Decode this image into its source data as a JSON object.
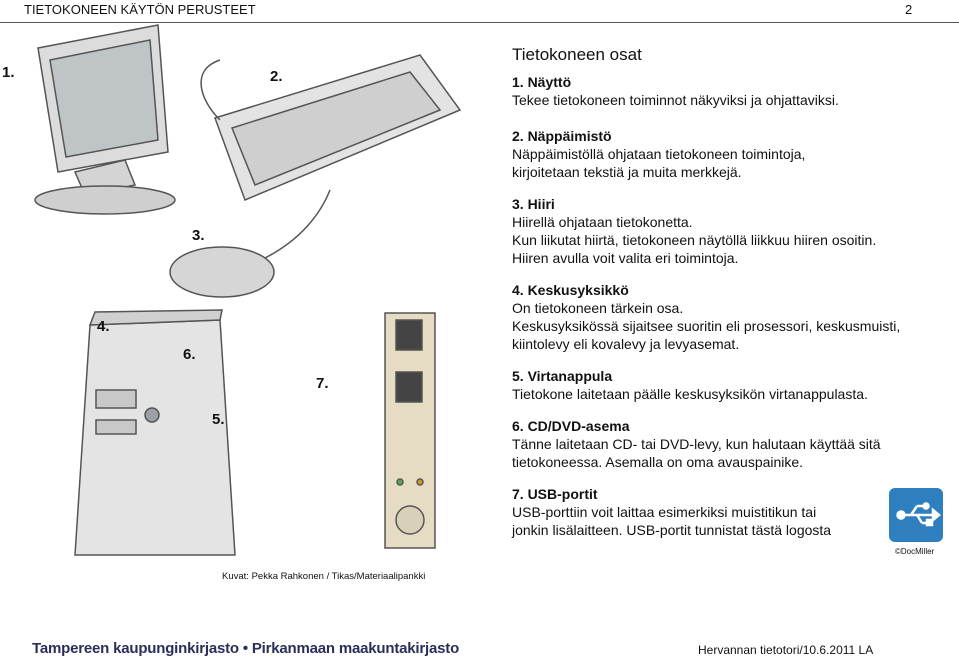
{
  "header": {
    "title": "TIETOKONEEN KÄYTÖN PERUSTEET",
    "page": "2"
  },
  "labels": [
    "1.",
    "2.",
    "3.",
    "4.",
    "6.",
    "5.",
    "7."
  ],
  "right": {
    "title": "Tietokoneen osat",
    "sections": [
      {
        "heading": "1. Näyttö",
        "lines": [
          "Tekee tietokoneen toiminnot näkyviksi ja ohjattaviksi."
        ]
      },
      {
        "heading": "2. Näppäimistö",
        "lines": [
          "Näppäimistöllä ohjataan tietokoneen toimintoja,",
          "kirjoitetaan tekstiä ja muita merkkejä."
        ]
      },
      {
        "heading": "3. Hiiri",
        "lines": [
          "Hiirellä ohjataan tietokonetta.",
          "Kun liikutat hiirtä, tietokoneen näytöllä liikkuu hiiren osoitin.",
          "Hiiren avulla voit valita eri toimintoja."
        ]
      },
      {
        "heading": "4. Keskusyksikkö",
        "lines": [
          "On tietokoneen tärkein osa.",
          "Keskusyksikössä sijaitsee suoritin eli prosessori, keskusmuisti,",
          "kiintolevy eli kovalevy ja levyasemat."
        ]
      },
      {
        "heading": "5. Virtanappula",
        "lines": [
          "Tietokone laitetaan päälle keskusyksikön virtanappulasta."
        ]
      },
      {
        "heading": "6. CD/DVD-asema",
        "lines": [
          "Tänne laitetaan CD- tai DVD-levy, kun halutaan käyttää sitä",
          "tietokoneessa. Asemalla on oma avauspainike."
        ]
      },
      {
        "heading": "7. USB-portit",
        "lines": [
          "USB-porttiin voit laittaa esimerkiksi muistitikun tai",
          "jonkin lisälaitteen. USB-portit tunnistat tästä logosta"
        ]
      }
    ]
  },
  "caption": "Kuvat: Pekka Rahkonen / Tikas/Materiaalipankki",
  "docmiller": "©DocMiller",
  "footer": {
    "left": "Tampereen kaupunginkirjasto • Pirkanmaan maakuntakirjasto",
    "right": "Hervannan tietotori/10.6.2011 LA"
  },
  "colors": {
    "usb_logo": "#2e7fc0",
    "footer_text": "#2a2f5a"
  }
}
